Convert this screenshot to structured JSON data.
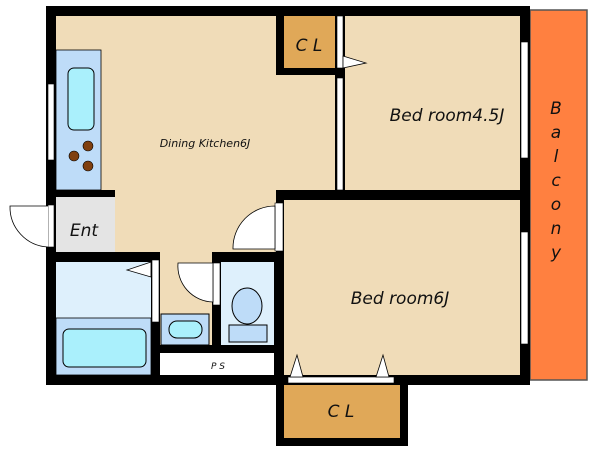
{
  "rooms": {
    "dining_kitchen": "Dining Kitchen6J",
    "bedroom_a": "Bed room4.5J",
    "bedroom_b": "Bed room6J",
    "closet_top": "C L",
    "closet_bottom": "C L",
    "entrance": "Ent",
    "pipe_space": "P S",
    "balcony": [
      "B",
      "a",
      "l",
      "c",
      "o",
      "n",
      "y"
    ]
  },
  "colors": {
    "wall": "#000000",
    "floor": "#F0DCB8",
    "closet": "#E0A858",
    "balcony": "#FF8040",
    "entrance": "#E4E4E4",
    "wet_light": "#DEF0FC",
    "wet": "#BEDCF8",
    "water": "#AAF0FC",
    "burner": "#804010"
  }
}
